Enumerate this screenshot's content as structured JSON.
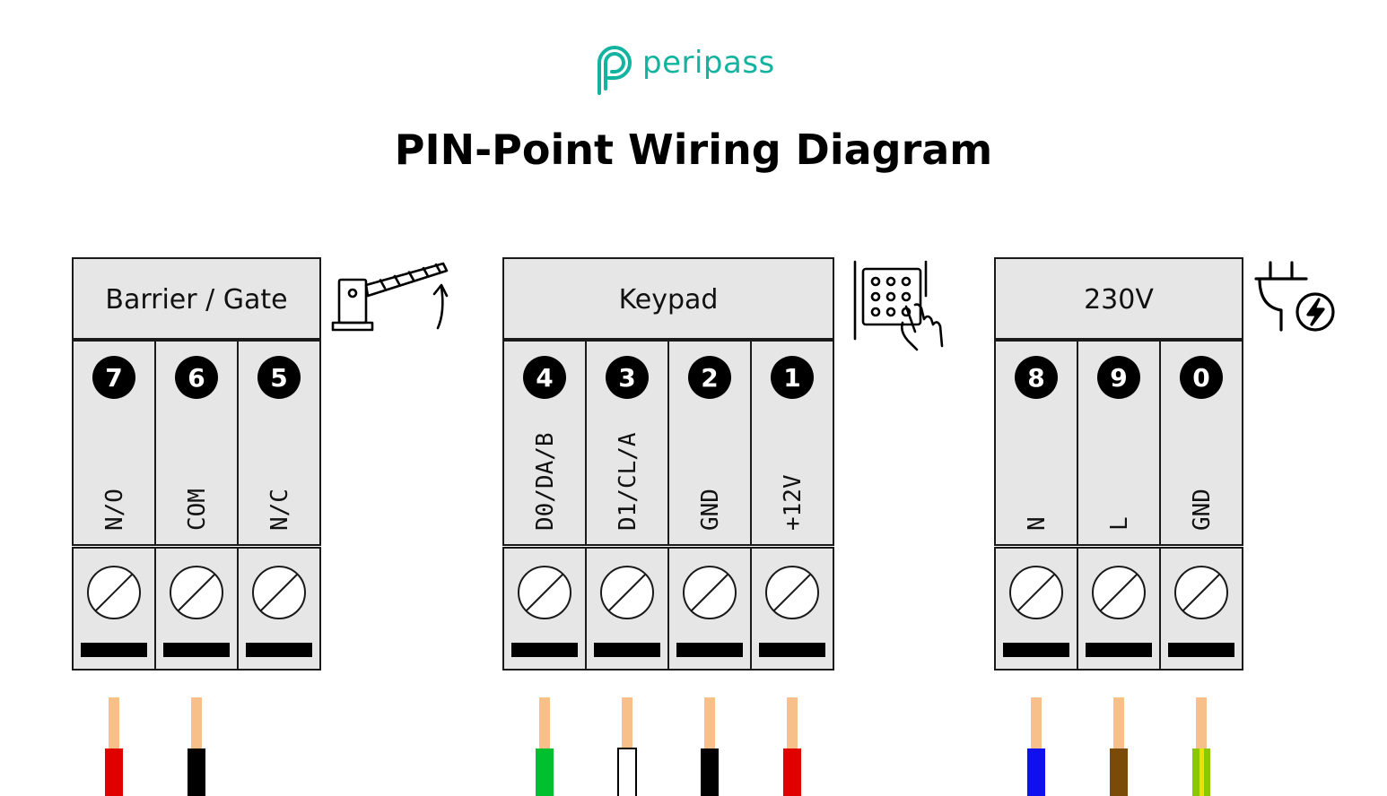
{
  "brand": {
    "name": "peripass",
    "color": "#13b3a0"
  },
  "title": "PIN-Point Wiring Diagram",
  "groups": [
    {
      "name": "Barrier / Gate",
      "icon": "barrier-gate-icon",
      "pins": [
        {
          "number": "7",
          "label": "N/O"
        },
        {
          "number": "6",
          "label": "COM"
        },
        {
          "number": "5",
          "label": "N/C"
        }
      ],
      "wires": [
        {
          "color": "#e00000"
        },
        {
          "color": "#000000"
        }
      ]
    },
    {
      "name": "Keypad",
      "icon": "keypad-icon",
      "pins": [
        {
          "number": "4",
          "label": "D0/DA/B"
        },
        {
          "number": "3",
          "label": "D1/CL/A"
        },
        {
          "number": "2",
          "label": "GND"
        },
        {
          "number": "1",
          "label": "+12V"
        }
      ],
      "wires": [
        {
          "color": "#00c030"
        },
        {
          "color": "#ffffff"
        },
        {
          "color": "#000000"
        },
        {
          "color": "#e00000"
        }
      ]
    },
    {
      "name": "230V",
      "icon": "power-plug-icon",
      "pins": [
        {
          "number": "8",
          "label": "N"
        },
        {
          "number": "9",
          "label": "L"
        },
        {
          "number": "0",
          "label": "GND"
        }
      ],
      "wires": [
        {
          "color": "#1010ee"
        },
        {
          "color": "#7a4a08"
        },
        {
          "color": "#8cc800",
          "stripe": "#f0e000"
        }
      ]
    }
  ],
  "colors": {
    "terminal_fill": "#e6e6e6",
    "outline": "#1a1a1a",
    "conductor": "#f7c08a",
    "pin_badge": "#000000"
  }
}
